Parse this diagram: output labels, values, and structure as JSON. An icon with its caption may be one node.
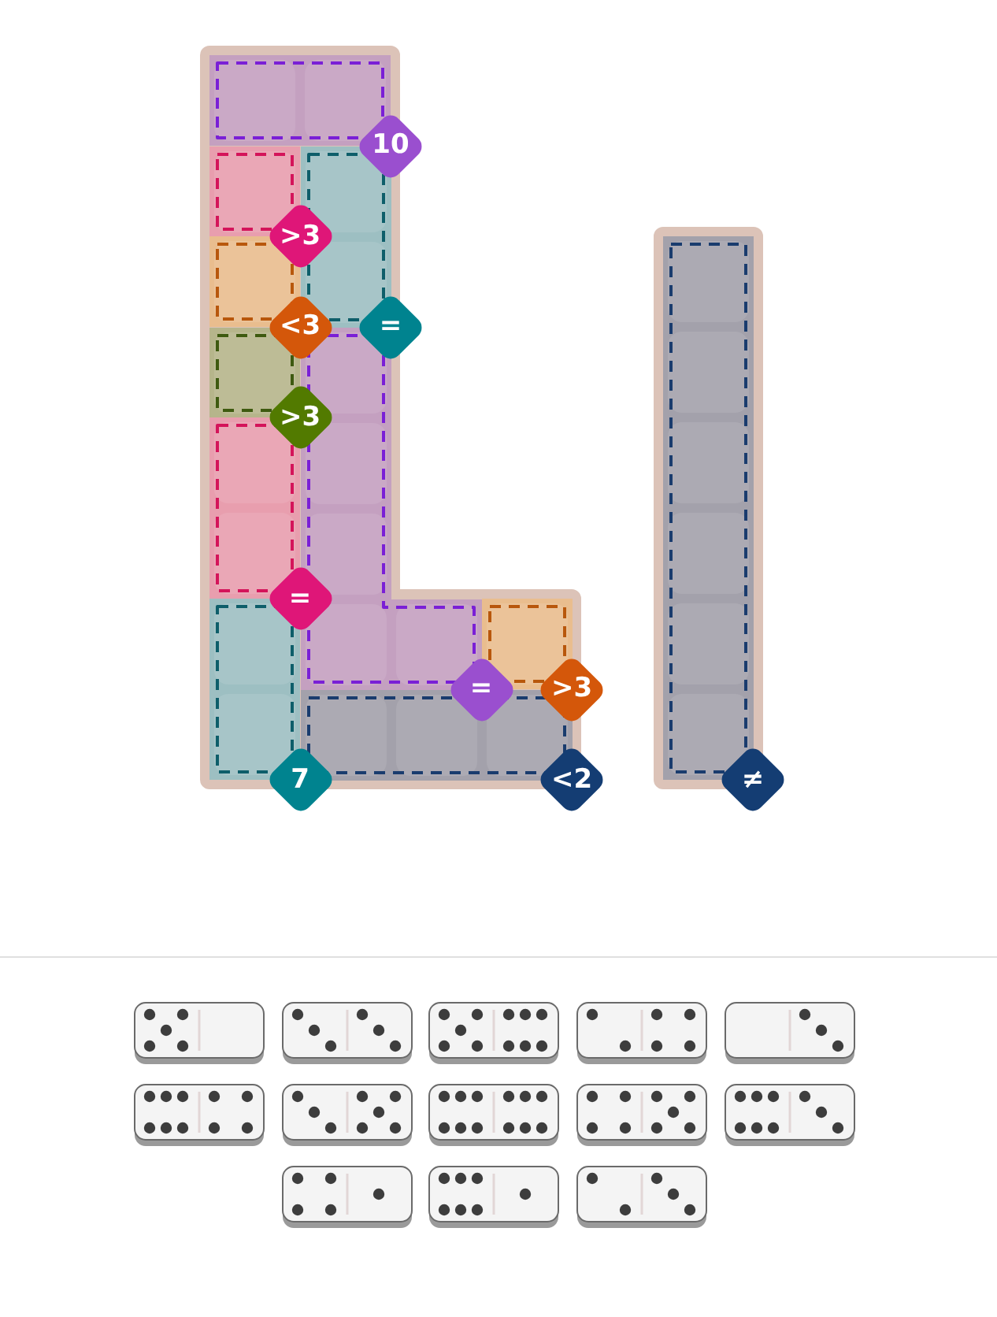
{
  "diagram": {
    "nodes": [
      {
        "text": [],
        "shape": "box"
      },
      {
        "text": [],
        "shape": "box",
        "in": 0
      },
      {
        "text": [],
        "shape": "box",
        "in": 0
      },
      {
        "text": [],
        "shape": "box",
        "in": 0
      },
      {
        "text": [],
        "shape": "box",
        "in": 0
      },
      {
        "text": [],
        "shape": "box",
        "in": 0
      },
      {
        "text": [],
        "shape": "box",
        "in": 0
      },
      {
        "text": [],
        "shape": "box",
        "in": 0
      },
      {
        "text": [],
        "shape": "box",
        "in": 0
      },
      {
        "text": [],
        "shape": "box",
        "in": 0
      },
      {
        "text": [],
        "shape": "box",
        "in": 0
      },
      {
        "text": [],
        "shape": "box"
      },
      {
        "text": [],
        "shape": "box",
        "in": 11
      },
      {
        "text": [
          "10"
        ]
      },
      {
        "text": [
          ">3"
        ],
        "in": 0
      },
      {
        "text": [
          "<3"
        ],
        "in": 0
      },
      {
        "text": [
          "="
        ]
      },
      {
        "text": [
          ">3"
        ],
        "in": 0
      },
      {
        "text": [
          "="
        ],
        "in": 0
      },
      {
        "text": [
          "="
        ],
        "in": 0
      },
      {
        "text": [
          ">3"
        ]
      },
      {
        "text": [
          "7"
        ]
      },
      {
        "text": [
          "<2"
        ]
      },
      {
        "text": [
          "≠"
        ]
      }
    ]
  }
}
